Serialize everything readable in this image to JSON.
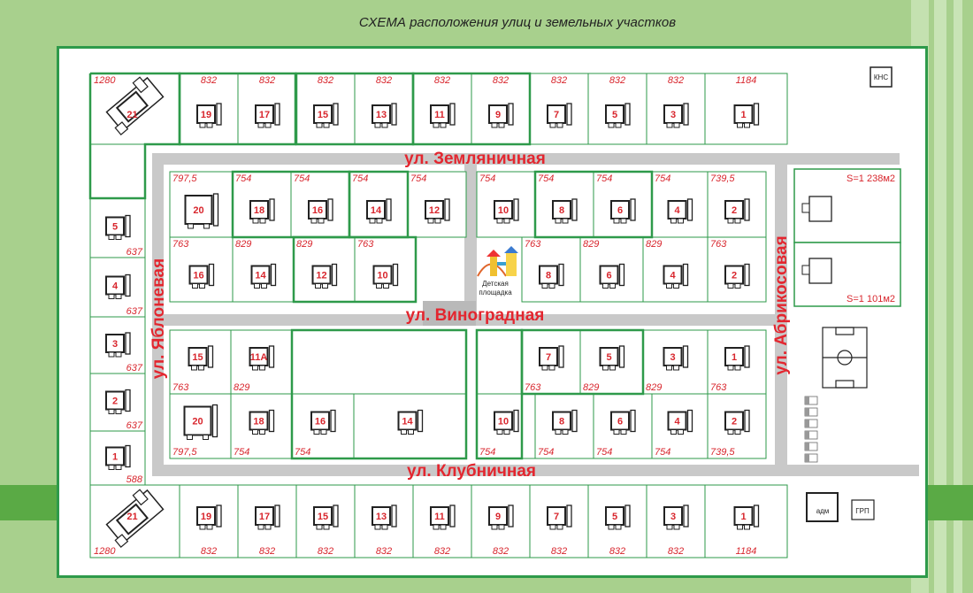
{
  "title": "СХЕМА расположения улиц и земельных участков",
  "streets": {
    "zemlyanichnaya": "ул. Земляничная",
    "vinogradnaya": "ул. Виноградная",
    "klubnichnaya": "ул. Клубничная",
    "yablonevaya": "ул. Яблоневая",
    "abrikosovaya": "ул. Абрикосовая"
  },
  "facilities": {
    "kns": "КНС",
    "adm": "адм",
    "grp": "ГРП",
    "playground": [
      "Детская",
      "площадка"
    ]
  },
  "areas": {
    "plot_a": "S=1 238м2",
    "plot_b": "S=1 101м2"
  },
  "rows": {
    "top_row": [
      {
        "num": "21",
        "area": "1280"
      },
      {
        "num": "19",
        "area": "832"
      },
      {
        "num": "17",
        "area": "832"
      },
      {
        "num": "15",
        "area": "832"
      },
      {
        "num": "13",
        "area": "832"
      },
      {
        "num": "11",
        "area": "832"
      },
      {
        "num": "9",
        "area": "832"
      },
      {
        "num": "7",
        "area": "832"
      },
      {
        "num": "5",
        "area": "832"
      },
      {
        "num": "3",
        "area": "832"
      },
      {
        "num": "1",
        "area": "1184"
      }
    ],
    "bottom_row": [
      {
        "num": "21",
        "area": "1280"
      },
      {
        "num": "19",
        "area": "832"
      },
      {
        "num": "17",
        "area": "832"
      },
      {
        "num": "15",
        "area": "832"
      },
      {
        "num": "13",
        "area": "832"
      },
      {
        "num": "11",
        "area": "832"
      },
      {
        "num": "9",
        "area": "832"
      },
      {
        "num": "7",
        "area": "832"
      },
      {
        "num": "5",
        "area": "832"
      },
      {
        "num": "3",
        "area": "832"
      },
      {
        "num": "1",
        "area": "1184"
      }
    ],
    "left_column": [
      {
        "num": "5",
        "area": "637"
      },
      {
        "num": "4",
        "area": "637"
      },
      {
        "num": "3",
        "area": "637"
      },
      {
        "num": "2",
        "area": "637"
      },
      {
        "num": "1",
        "area": "588"
      }
    ],
    "block_nw_upper": [
      {
        "num": "20",
        "area": "797,5"
      },
      {
        "num": "18",
        "area": "754"
      },
      {
        "num": "16",
        "area": "754"
      },
      {
        "num": "14",
        "area": "754"
      },
      {
        "num": "12",
        "area": "754"
      }
    ],
    "block_nw_lower": [
      {
        "num": "16",
        "area": "763"
      },
      {
        "num": "14",
        "area": "829"
      },
      {
        "num": "12",
        "area": "829"
      },
      {
        "num": "10",
        "area": "763"
      }
    ],
    "block_ne_upper": [
      {
        "num": "10",
        "area": "754"
      },
      {
        "num": "8",
        "area": "754"
      },
      {
        "num": "6",
        "area": "754"
      },
      {
        "num": "4",
        "area": "754"
      },
      {
        "num": "2",
        "area": "739,5"
      }
    ],
    "block_ne_lower": [
      {
        "num": "8",
        "area": "763"
      },
      {
        "num": "6",
        "area": "829"
      },
      {
        "num": "4",
        "area": "829"
      },
      {
        "num": "2",
        "area": "763"
      }
    ],
    "block_sw_upper": [
      {
        "num": "15",
        "area": "763"
      },
      {
        "num": "11А",
        "area": "829"
      }
    ],
    "block_sw_lower": [
      {
        "num": "20",
        "area": "797,5"
      },
      {
        "num": "18",
        "area": "754"
      },
      {
        "num": "16",
        "area": "754"
      },
      {
        "num": "14",
        "area": ""
      }
    ],
    "block_se_upper": [
      {
        "num": "7",
        "area": "763"
      },
      {
        "num": "5",
        "area": "829"
      },
      {
        "num": "3",
        "area": "829"
      },
      {
        "num": "1",
        "area": "763"
      }
    ],
    "block_se_lower": [
      {
        "num": "10",
        "area": "754"
      },
      {
        "num": "8",
        "area": "754"
      },
      {
        "num": "6",
        "area": "754"
      },
      {
        "num": "4",
        "area": "754"
      },
      {
        "num": "2",
        "area": "739,5"
      }
    ]
  }
}
